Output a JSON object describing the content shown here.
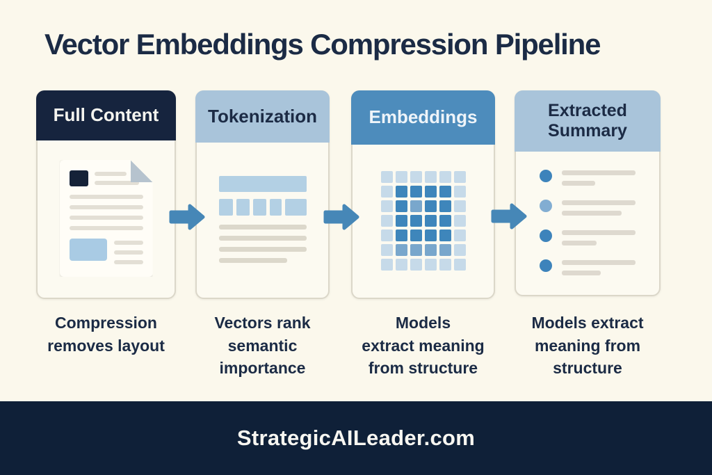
{
  "title": "Vector Embeddings Compression Pipeline",
  "stages": [
    {
      "label": "Full Content",
      "caption": "Compression\nremoves layout",
      "header_style": "dark-navy",
      "icon": "document-icon"
    },
    {
      "label": "Tokenization",
      "caption": "Vectors rank\nsemantic\nimportance",
      "header_style": "light-blue",
      "icon": "token-blocks-icon"
    },
    {
      "label": "Embeddings",
      "caption": "Models\nextract meaning\nfrom structure",
      "header_style": "medium-blue",
      "icon": "embedding-grid-icon"
    },
    {
      "label": "Extracted\nSummary",
      "caption": "Models extract\nmeaning from\nstructure",
      "header_style": "light-blue",
      "icon": "summary-list-icon"
    }
  ],
  "arrows": [
    "arrow-right-icon",
    "arrow-right-icon",
    "arrow-right-icon"
  ],
  "embedding_grid": {
    "palette": {
      "0": "#c6dae9",
      "1": "#79a7cc",
      "2": "#3e86bb"
    },
    "rows": [
      [
        0,
        0,
        0,
        0,
        0,
        0
      ],
      [
        0,
        2,
        2,
        2,
        2,
        0
      ],
      [
        0,
        2,
        1,
        2,
        2,
        0
      ],
      [
        0,
        2,
        2,
        2,
        2,
        0
      ],
      [
        0,
        2,
        2,
        2,
        2,
        0
      ],
      [
        0,
        1,
        1,
        1,
        1,
        0
      ],
      [
        0,
        0,
        0,
        0,
        0,
        0
      ]
    ]
  },
  "summary_bullets": [
    "dark",
    "light",
    "dark",
    "dark"
  ],
  "footer": {
    "site": "StrategicAILeader.com"
  },
  "colors": {
    "background": "#fbf8ec",
    "navy_header": "#16243e",
    "light_blue_header": "#a9c4da",
    "medium_blue_header": "#4d8cbc",
    "arrow_blue": "#4687b7",
    "icon_light_blue": "#b3d0e4",
    "line_gray": "#dcd8cb",
    "text_navy": "#1b2b45",
    "footer_navy": "#0f2038"
  }
}
